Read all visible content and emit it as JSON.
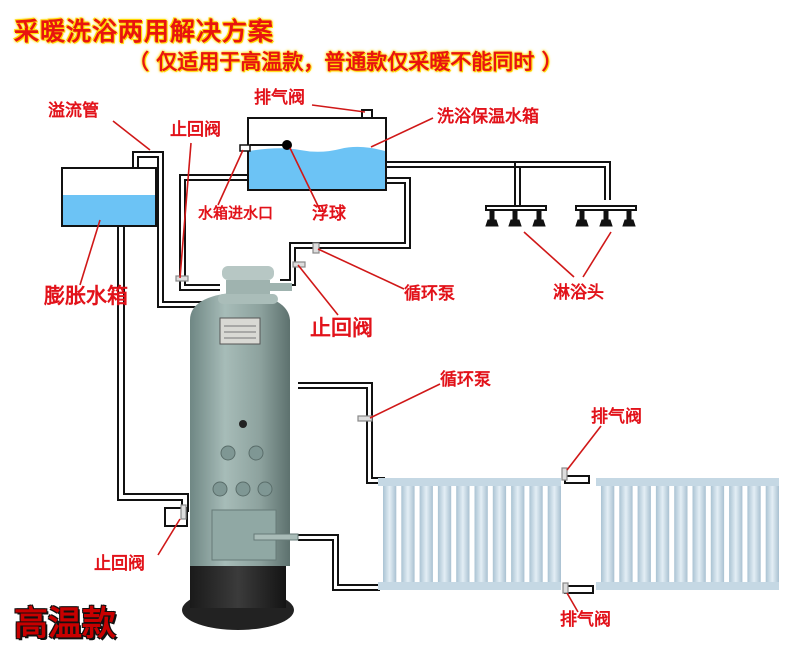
{
  "title": "采暖洗浴两用解决方案",
  "subtitle": "（ 仅适用于高温款，普通款仅采暖不能同时 ）",
  "model_label": "高温款",
  "labels": {
    "overflow_pipe": "溢流管",
    "check_valve_top": "止回阀",
    "vent_valve_tank": "排气阀",
    "bath_tank": "洗浴保温水箱",
    "tank_inlet": "水箱进水口",
    "float_ball": "浮球",
    "expansion_tank": "膨胀水箱",
    "circ_pump_upper": "循环泵",
    "check_valve_mid": "止回阀",
    "shower_heads": "淋浴头",
    "circ_pump_lower": "循环泵",
    "vent_valve_radiator_top": "排气阀",
    "check_valve_bottom": "止回阀",
    "vent_valve_radiator_bottom": "排气阀"
  },
  "colors": {
    "label_red": "#e2121a",
    "water_blue": "#6cc3f5",
    "boiler_green": "#8fa7a3",
    "radiator": "#c9dbe6"
  }
}
